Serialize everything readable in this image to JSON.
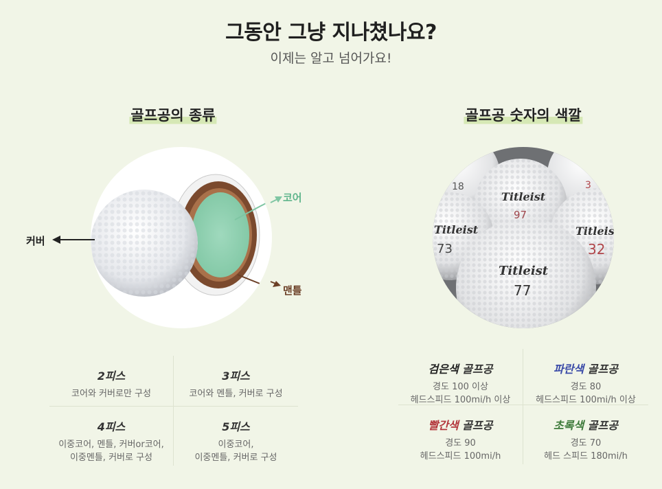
{
  "header": {
    "title": "그동안 그냥 지나쳤나요?",
    "subtitle": "이제는 알고 넘어가요!"
  },
  "types": {
    "heading": "골프공의 종류",
    "labels": {
      "core": "코어",
      "cover": "커버",
      "mantle": "맨틀"
    },
    "items": [
      {
        "name": "2피스",
        "desc": [
          "코어와 커버로만 구성"
        ]
      },
      {
        "name": "3피스",
        "desc": [
          "코어와 멘틀, 커버로 구성"
        ]
      },
      {
        "name": "4피스",
        "desc": [
          "이중코어, 멘틀, 커버or코어,",
          "이중멘틀, 커버로 구성"
        ]
      },
      {
        "name": "5피스",
        "desc": [
          "이중코어,",
          "이중멘틀, 커버로 구성"
        ]
      }
    ]
  },
  "colors": {
    "heading": "골프공 숫자의 색깔",
    "ball_brand": "Titleist",
    "ball_numbers": [
      "18",
      "97",
      "3",
      "73",
      "32",
      "77"
    ],
    "items": [
      {
        "color_word": "검은색",
        "rest": " 골프공",
        "color": "#222222",
        "desc": [
          "경도 100 이상",
          "헤드스피드 100mi/h 이상"
        ]
      },
      {
        "color_word": "파란색",
        "rest": " 골프공",
        "color": "#3a4aa8",
        "desc": [
          "경도 80",
          "헤드스피드 100mi/h 이상"
        ]
      },
      {
        "color_word": "빨간색",
        "rest": " 골프공",
        "color": "#b3363b",
        "desc": [
          "경도 90",
          "헤드스피드 100mi/h"
        ]
      },
      {
        "color_word": "초록색",
        "rest": " 골프공",
        "color": "#3d7a3a",
        "desc": [
          "경도 70",
          "헤드 스피드 180mi/h"
        ]
      }
    ]
  }
}
